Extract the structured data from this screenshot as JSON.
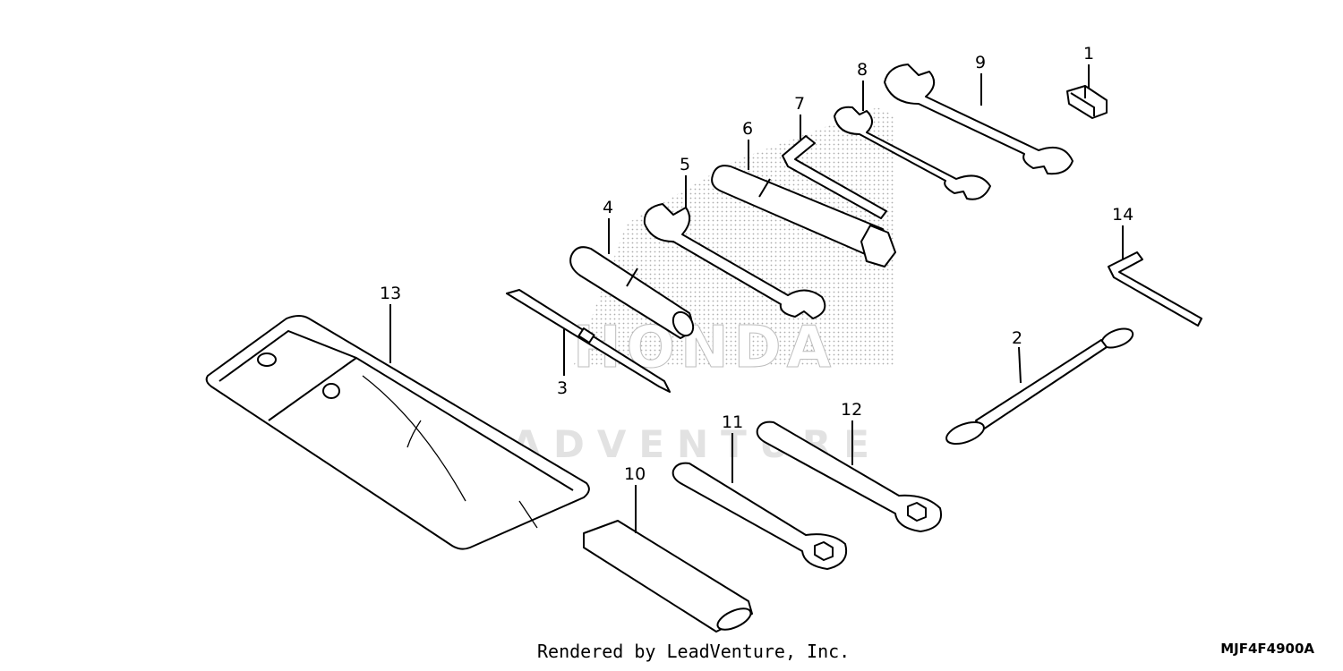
{
  "callouts": [
    "1",
    "2",
    "3",
    "4",
    "5",
    "6",
    "7",
    "8",
    "9",
    "10",
    "11",
    "12",
    "13",
    "14"
  ],
  "watermark": {
    "brand": "HONDA",
    "text": "LEADVENTURE"
  },
  "footer": {
    "credit": "Rendered by LeadVenture, Inc.",
    "code": "MJF4F4900A"
  },
  "colors": {
    "lines": "#000000",
    "background": "#ffffff",
    "watermark": "#cfcfcf"
  }
}
